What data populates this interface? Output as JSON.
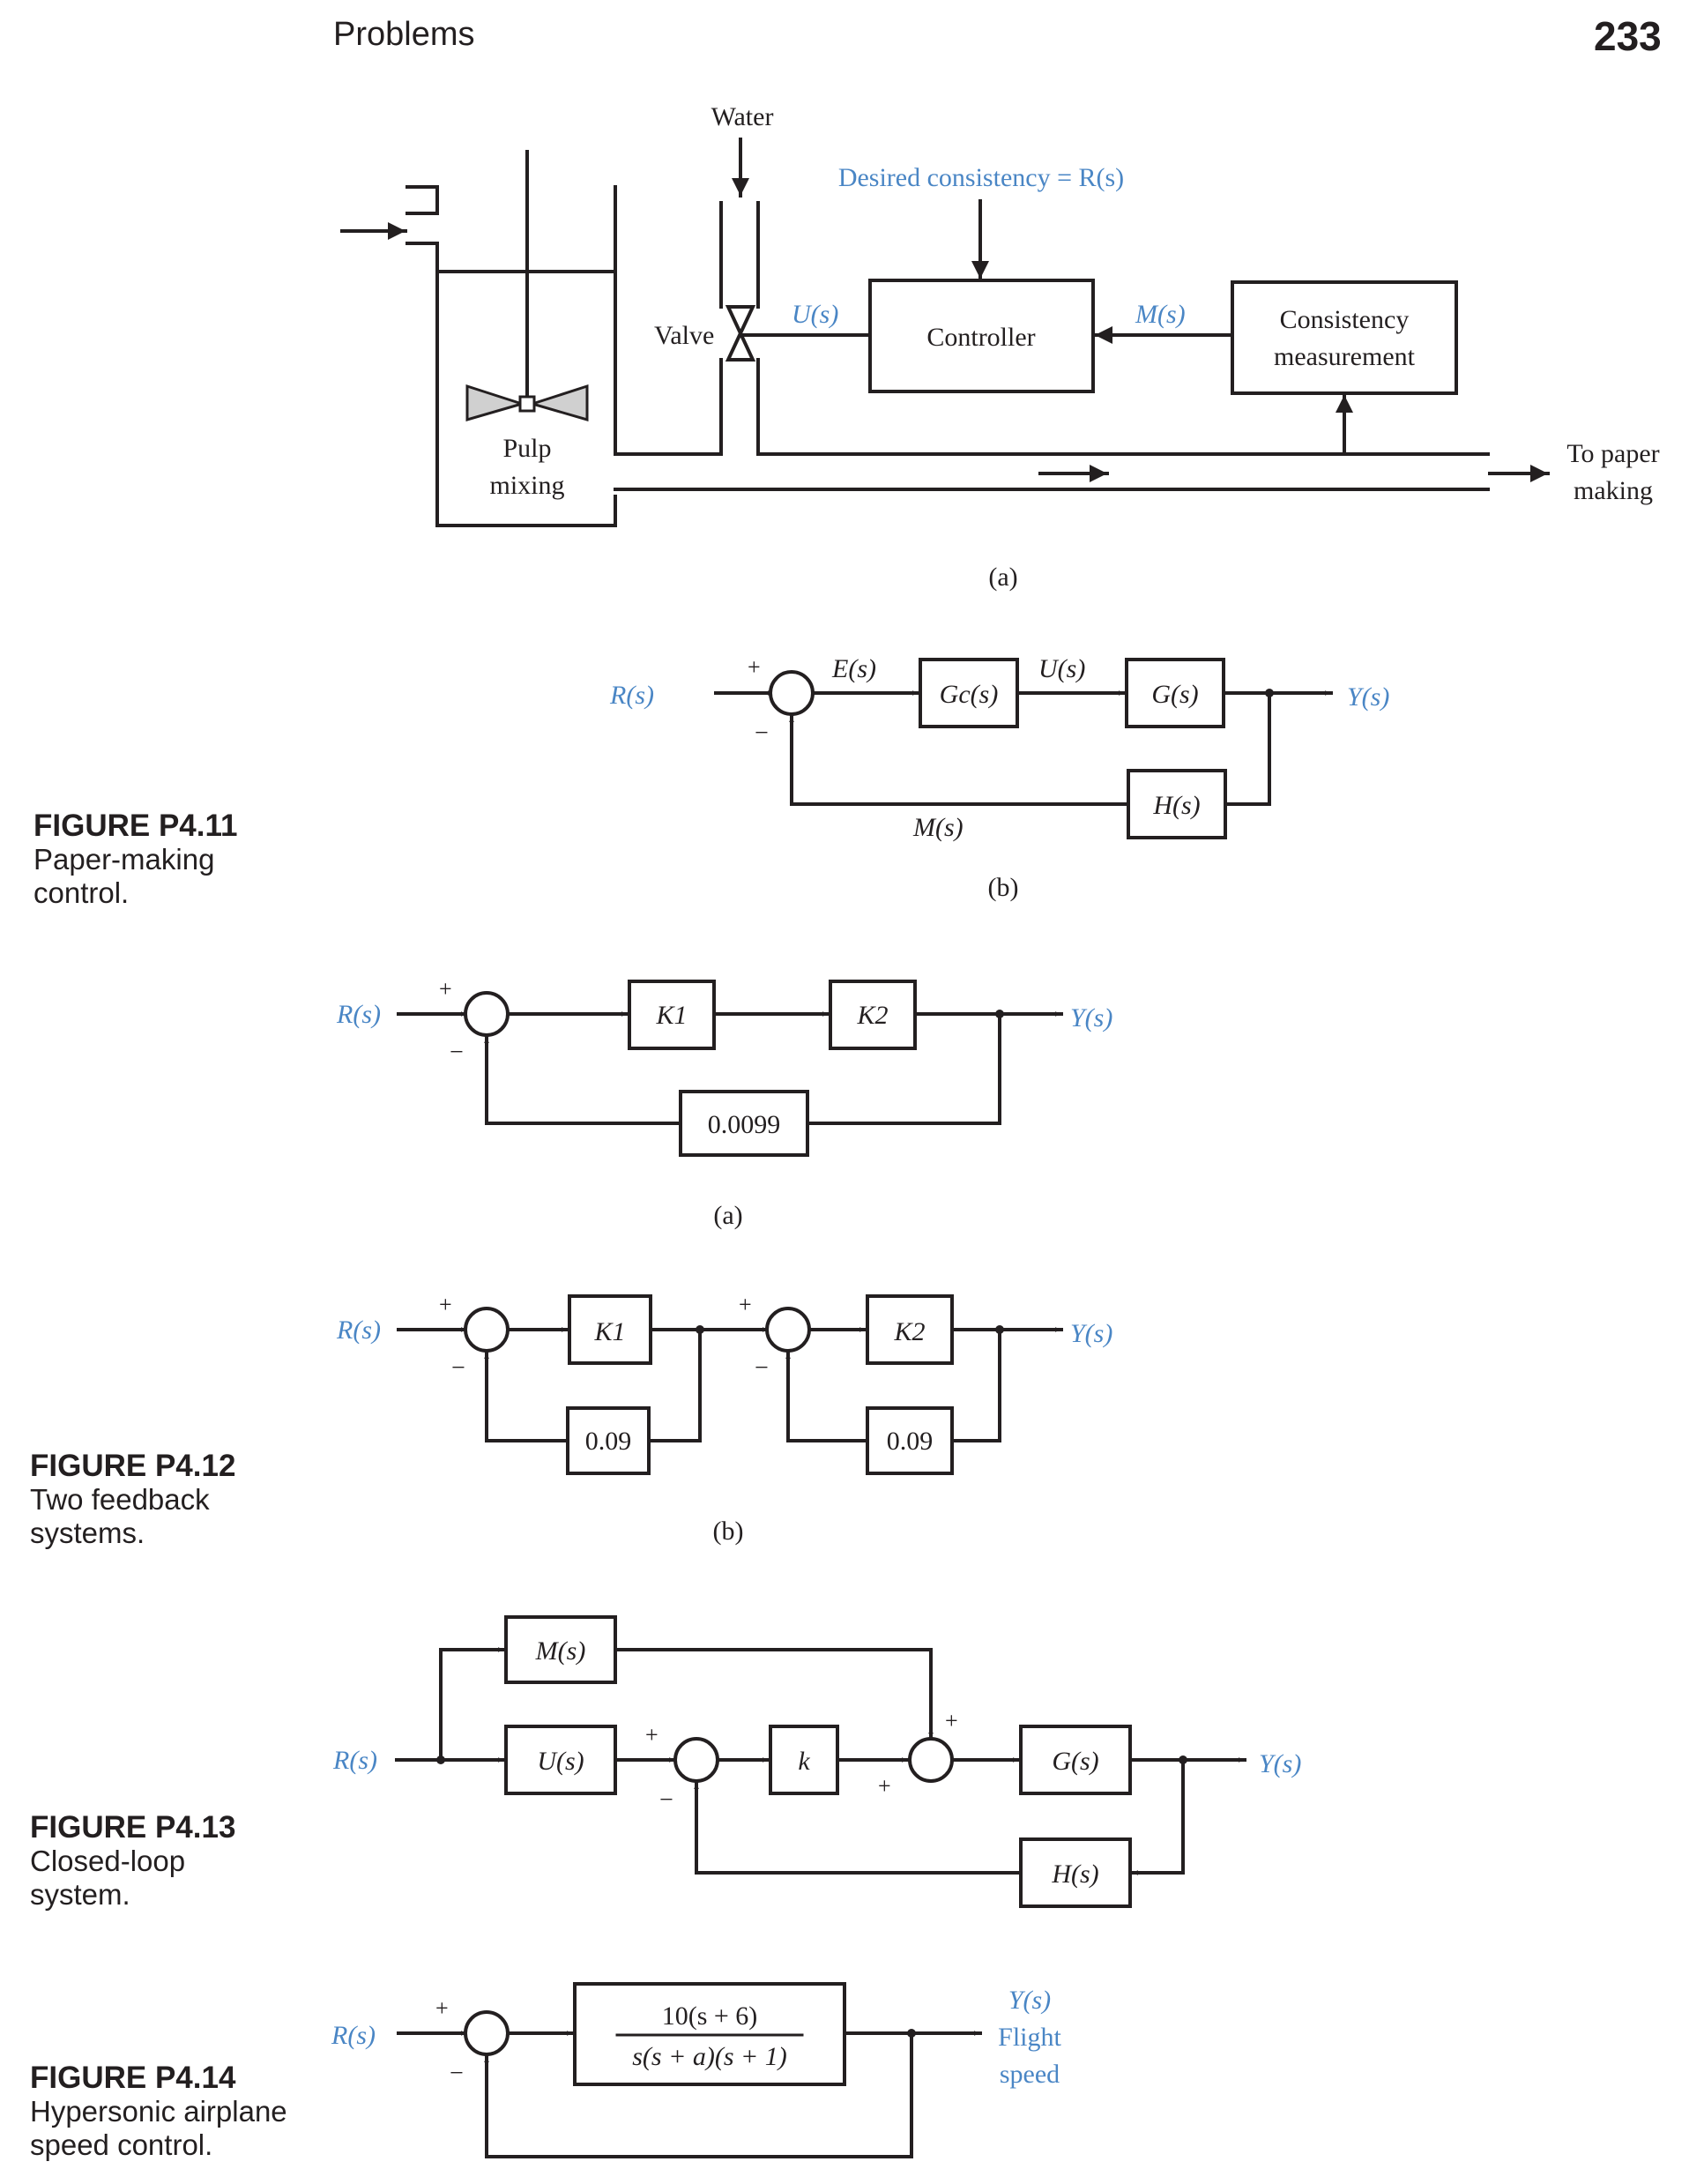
{
  "header": {
    "section": "Problems",
    "page_number": "233"
  },
  "colors": {
    "ink": "#231f20",
    "blue": "#4a86c5"
  },
  "figures": [
    {
      "number": "FIGURE P4.11",
      "caption_lines": [
        "Paper-making",
        "control."
      ]
    },
    {
      "number": "FIGURE P4.12",
      "caption_lines": [
        "Two feedback",
        "systems."
      ]
    },
    {
      "number": "FIGURE P4.13",
      "caption_lines": [
        "Closed-loop",
        "system."
      ]
    },
    {
      "number": "FIGURE P4.14",
      "caption_lines": [
        "Hypersonic airplane",
        "speed control."
      ]
    }
  ],
  "p411a": {
    "water": "Water",
    "desired": "Desired consistency = R(s)",
    "valve": "Valve",
    "u": "U(s)",
    "controller": "Controller",
    "m": "M(s)",
    "consistency": [
      "Consistency",
      "measurement"
    ],
    "pulp": [
      "Pulp",
      "mixing"
    ],
    "to_paper": [
      "To paper",
      "making"
    ],
    "sublabel": "(a)"
  },
  "p411b": {
    "r": "R(s)",
    "plus": "+",
    "minus": "−",
    "e": "E(s)",
    "gc": "Gc(s)",
    "u": "U(s)",
    "g": "G(s)",
    "y": "Y(s)",
    "h": "H(s)",
    "m": "M(s)",
    "sublabel": "(b)"
  },
  "p412a": {
    "r": "R(s)",
    "plus": "+",
    "minus": "−",
    "k1": "K1",
    "k2": "K2",
    "y": "Y(s)",
    "feedback": "0.0099",
    "sublabel": "(a)"
  },
  "p412b": {
    "r": "R(s)",
    "plus": "+",
    "minus": "−",
    "k1": "K1",
    "k2": "K2",
    "y": "Y(s)",
    "feedback1": "0.09",
    "feedback2": "0.09",
    "sublabel": "(b)"
  },
  "p413": {
    "r": "R(s)",
    "m": "M(s)",
    "u": "U(s)",
    "k": "k",
    "g": "G(s)",
    "h": "H(s)",
    "y": "Y(s)",
    "plus": "+",
    "minus": "−"
  },
  "p414": {
    "r": "R(s)",
    "plus": "+",
    "minus": "−",
    "numerator": "10(s + 6)",
    "denominator": "s(s + a)(s + 1)",
    "y": [
      "Y(s)",
      "Flight",
      "speed"
    ]
  }
}
